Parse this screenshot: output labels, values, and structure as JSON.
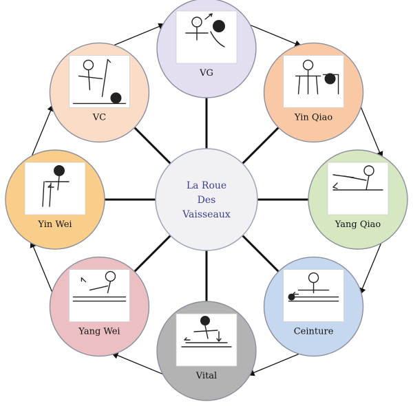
{
  "center": {
    "lines": [
      "La Roue",
      "Des",
      "Vaisseaux"
    ],
    "color": "#f1f1f4",
    "text_color": "#3b3f8f"
  },
  "nodes": [
    {
      "id": "vg",
      "label": "VG",
      "color": "#e3def0",
      "icon": "therapist-head-treatment-icon"
    },
    {
      "id": "yin-qiao",
      "label": "Yin Qiao",
      "color": "#f8c9a4",
      "icon": "therapist-shoulder-treatment-icon"
    },
    {
      "id": "yang-qiao",
      "label": "Yang Qiao",
      "color": "#d7e7c2",
      "icon": "therapist-leg-stretch-icon"
    },
    {
      "id": "ceinture",
      "label": "Ceinture",
      "color": "#c6d8f0",
      "icon": "therapist-waist-treatment-icon"
    },
    {
      "id": "vital",
      "label": "Vital",
      "color": "#b3b3b3",
      "icon": "therapist-back-treatment-icon"
    },
    {
      "id": "yang-wei",
      "label": "Yang Wei",
      "color": "#ecbfc3",
      "icon": "therapist-lying-patient-icon"
    },
    {
      "id": "yin-wei",
      "label": "Yin Wei",
      "color": "#f9cd8a",
      "icon": "therapist-hip-treatment-icon"
    },
    {
      "id": "vc",
      "label": "VC",
      "color": "#fbdcc7",
      "icon": "therapist-raised-leg-icon"
    }
  ],
  "flow": "clockwise"
}
